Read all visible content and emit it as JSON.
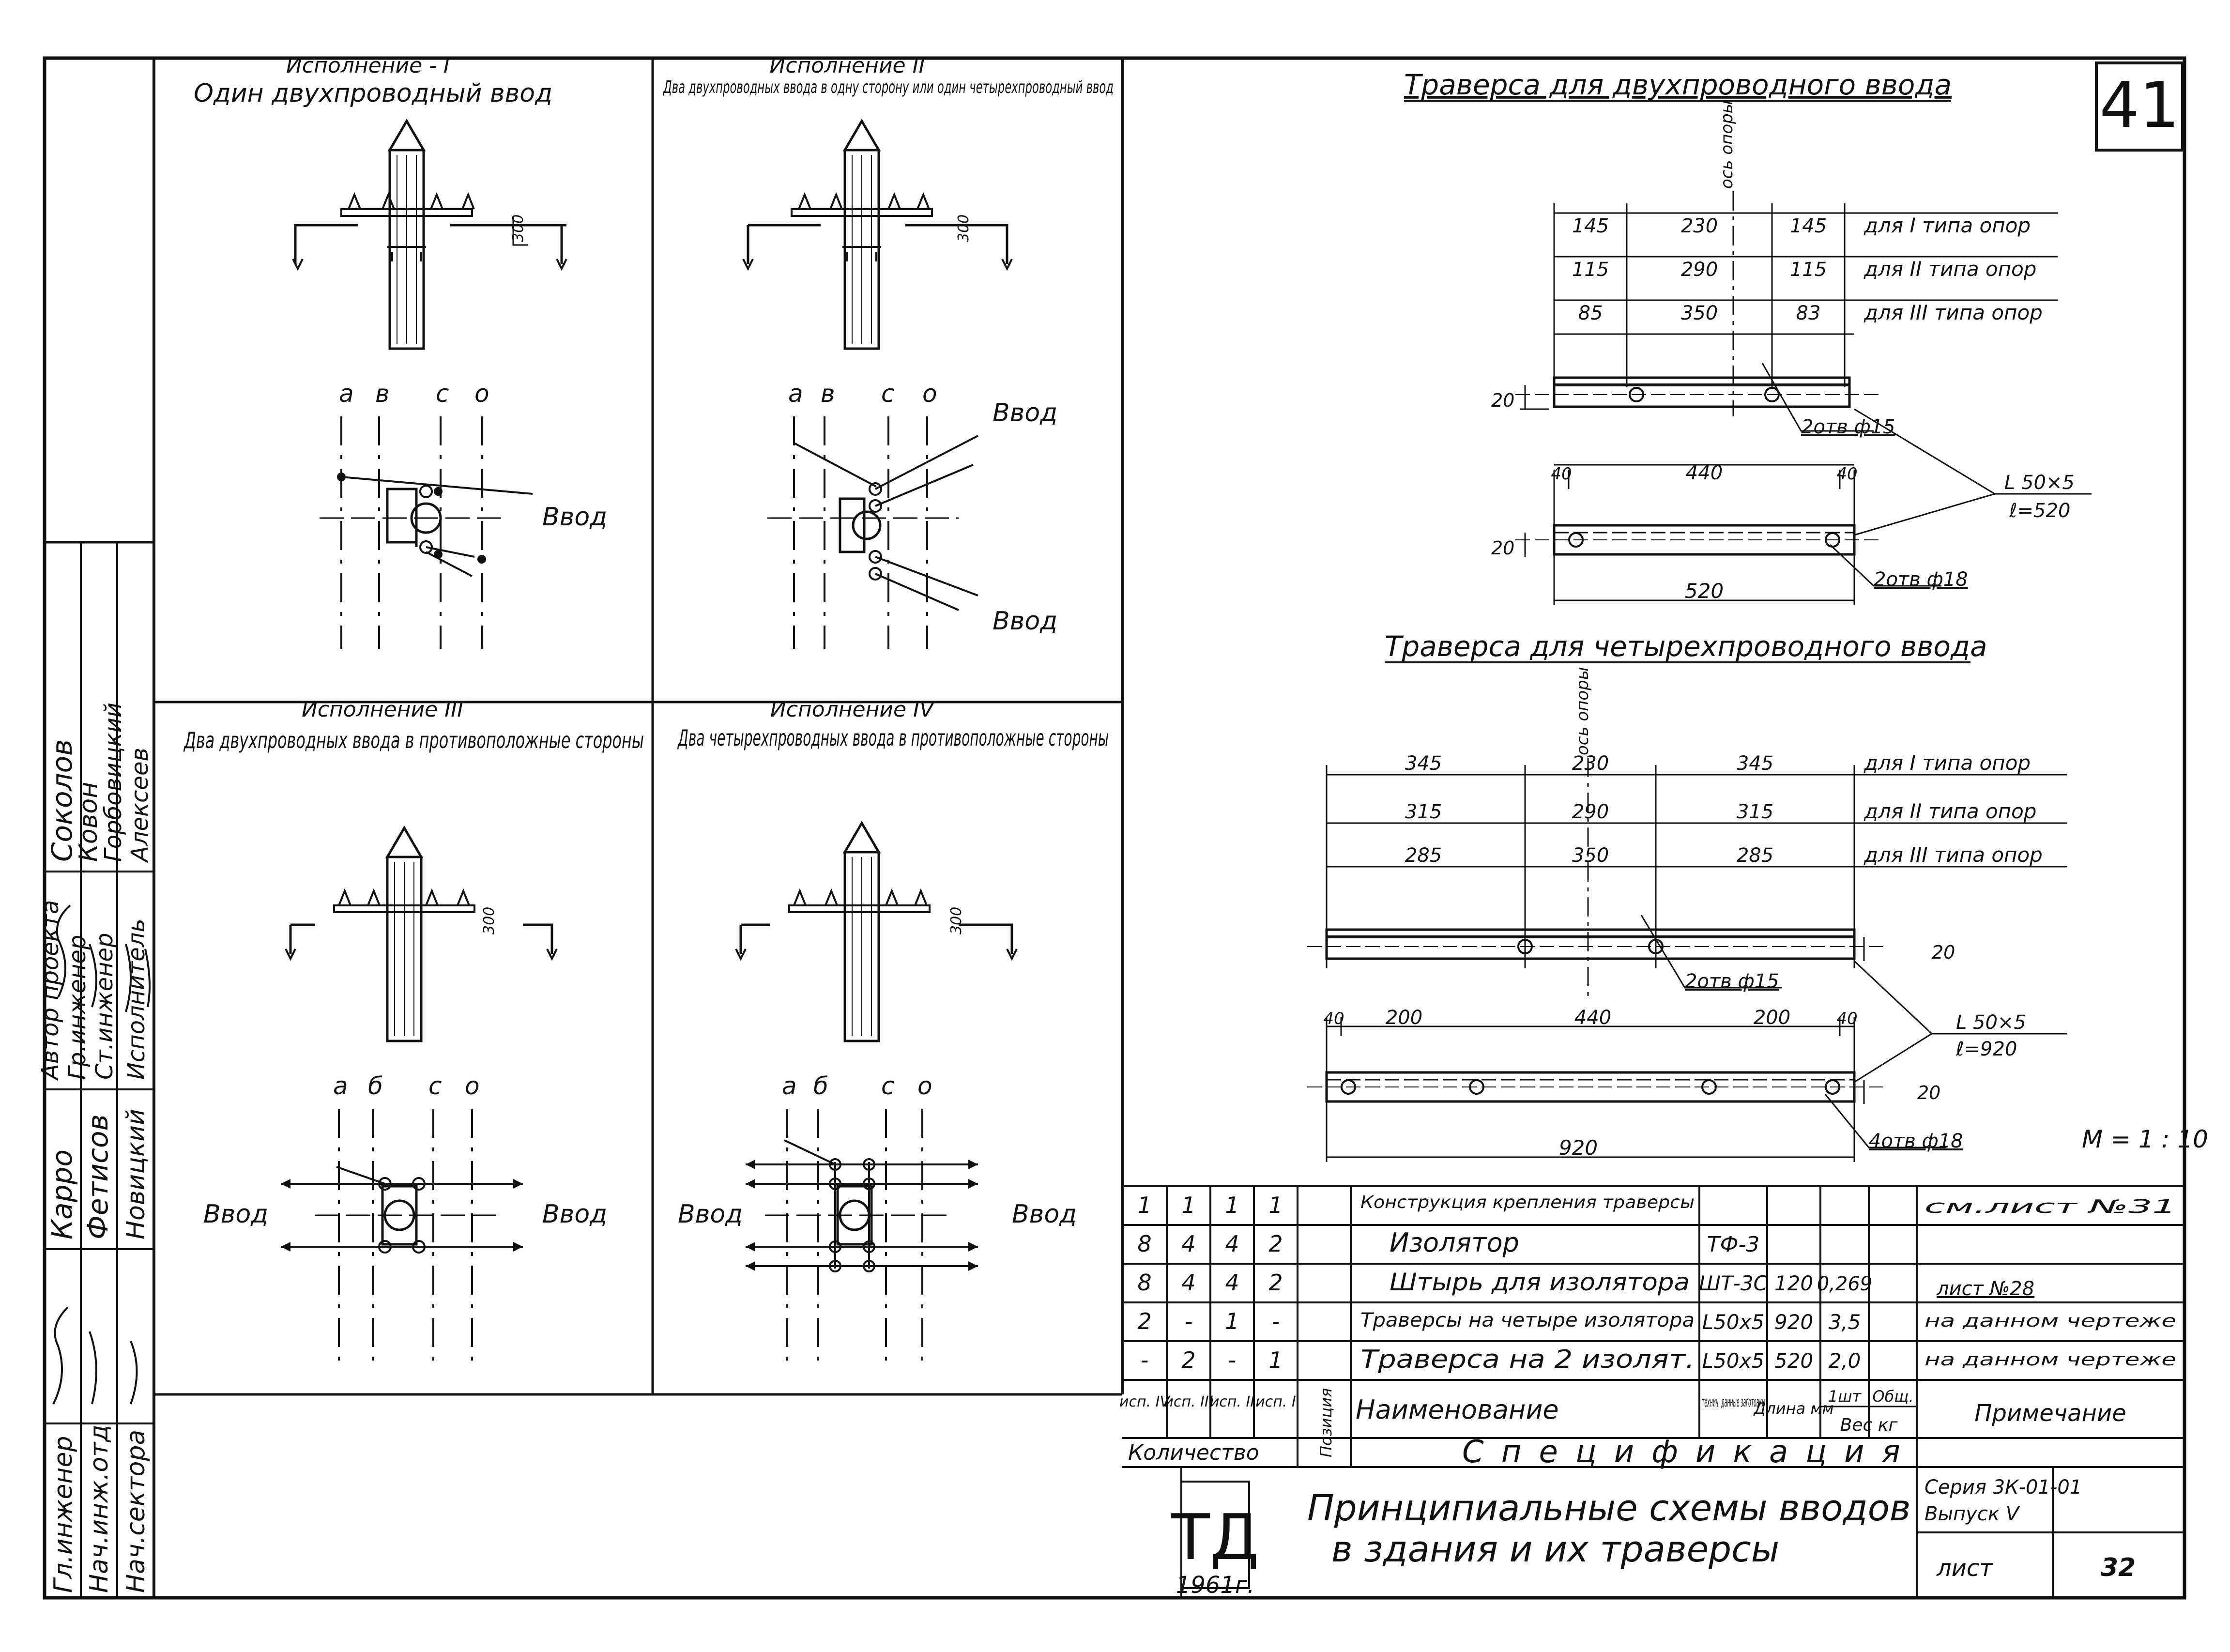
{
  "sheet": {
    "page_number": "41",
    "scale": "М = 1 : 10",
    "title_line1": "Принципиальные схемы вводов",
    "title_line2": "в здания и их траверсы",
    "logo": "ТД",
    "year": "1961г.",
    "series": "Серия 3К-01-01",
    "issue": "Выпуск V",
    "sheet_label": "лист",
    "sheet_no": "32"
  },
  "stamp": {
    "roles": [
      "Гл.инженер",
      "Нач.инж.отд",
      "Нач.сектора",
      "Автор проекта",
      "Гр.инженер",
      "Ст.инженер",
      "Исполнитель"
    ],
    "names": [
      "Карро",
      "Фетисов",
      "Новицкий",
      "Соколов",
      "Ковон",
      "Горбовицкий",
      "Алексеев"
    ]
  },
  "variants": [
    {
      "label": "Исполнение - I",
      "caption": "Один двухпроводный ввод",
      "dim": "300",
      "phases": [
        "а",
        "в",
        "с",
        "о"
      ],
      "entries": [
        "Ввод"
      ]
    },
    {
      "label": "Исполнение II",
      "caption": "Два двухпроводных ввода в одну сторону или один четырехпроводный ввод",
      "dim": "300",
      "phases": [
        "а",
        "в",
        "с",
        "о"
      ],
      "entries": [
        "Ввод",
        "Ввод"
      ]
    },
    {
      "label": "Исполнение III",
      "caption": "Два двухпроводных ввода в противоположные стороны",
      "dim": "300",
      "phases": [
        "а",
        "б",
        "с",
        "о"
      ],
      "entries": [
        "Ввод",
        "Ввод"
      ]
    },
    {
      "label": "Исполнение IV",
      "caption": "Два четырехпроводных ввода в противоположные стороны",
      "dim": "300",
      "phases": [
        "а",
        "б",
        "с",
        "о"
      ],
      "entries": [
        "Ввод",
        "Ввод"
      ]
    }
  ],
  "traverse_2": {
    "title": "Траверса для двухпроводного ввода",
    "axis": "ось опоры",
    "rows": [
      {
        "a": "145",
        "b": "230",
        "c": "145",
        "label": "для I типа опор"
      },
      {
        "a": "115",
        "b": "290",
        "c": "115",
        "label": "для II типа опор"
      },
      {
        "a": "85",
        "b": "350",
        "c": "83",
        "label": "для III типа опор"
      }
    ],
    "height": "20",
    "holes_1": "2отв ф15",
    "holes_2": "2отв ф18",
    "end": "40",
    "middle": "440",
    "total": "520",
    "profile": "L 50×5",
    "length": "ℓ=520"
  },
  "traverse_4": {
    "title": "Траверса для четырехпроводного ввода",
    "axis": "ось опоры",
    "rows": [
      {
        "a": "345",
        "b": "230",
        "c": "345",
        "label": "для I типа опор"
      },
      {
        "a": "315",
        "b": "290",
        "c": "315",
        "label": "для II типа опор"
      },
      {
        "a": "285",
        "b": "350",
        "c": "285",
        "label": "для III типа опор"
      }
    ],
    "height": "20",
    "holes_1": "2отв ф15",
    "holes_2": "4отв ф18",
    "end": "40",
    "side": "200",
    "middle": "440",
    "total": "920",
    "profile": "L 50×5",
    "length": "ℓ=920"
  },
  "spec": {
    "title": "Спецификация",
    "header": {
      "q4": "исп. IV",
      "q3": "исп. III",
      "q2": "исп. II",
      "q1": "исп. I",
      "position": "Позиция",
      "name": "Наименование",
      "tech": "технич. данные заготовки",
      "length": "Длина мм",
      "w1": "1шт",
      "wtotal": "Общ.",
      "weight": "Вес кг",
      "note": "Примечание",
      "quantity": "Количество"
    },
    "rows": [
      {
        "q4": "1",
        "q3": "1",
        "q2": "1",
        "q1": "1",
        "name": "Конструкция крепления траверсы",
        "tech": "",
        "length": "",
        "w1": "",
        "wt": "",
        "note": "см.лист №31"
      },
      {
        "q4": "8",
        "q3": "4",
        "q2": "4",
        "q1": "2",
        "name": "Изолятор",
        "tech": "ТФ-3",
        "length": "",
        "w1": "",
        "wt": "",
        "note": ""
      },
      {
        "q4": "8",
        "q3": "4",
        "q2": "4",
        "q1": "2",
        "name": "Штырь для изолятора",
        "tech": "ШТ-3С",
        "length": "120",
        "w1": "0,269",
        "wt": "",
        "note": "лист №28"
      },
      {
        "q4": "2",
        "q3": "-",
        "q2": "1",
        "q1": "-",
        "name": "Траверсы на четыре изолятора",
        "tech": "L50x5",
        "length": "920",
        "w1": "3,5",
        "wt": "",
        "note": "на данном чертеже"
      },
      {
        "q4": "-",
        "q3": "2",
        "q2": "-",
        "q1": "1",
        "name": "Траверса на 2 изолят.",
        "tech": "L50x5",
        "length": "520",
        "w1": "2,0",
        "wt": "",
        "note": "на данном чертеже"
      }
    ]
  }
}
